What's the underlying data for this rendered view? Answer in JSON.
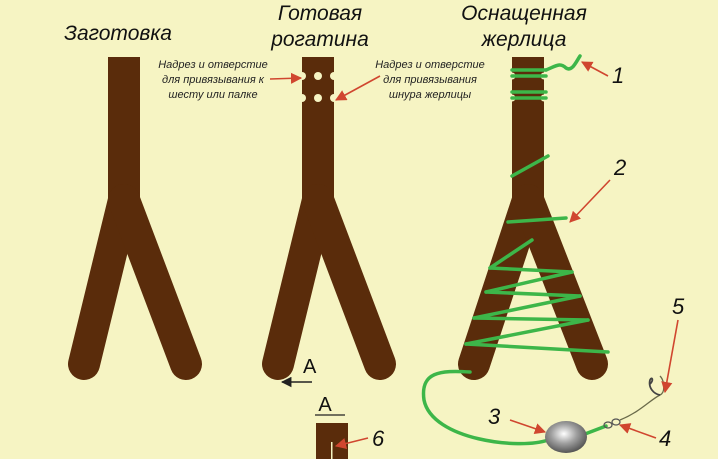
{
  "titles": {
    "blank": "Заготовка",
    "ready_line1": "Готовая",
    "ready_line2": "рогатина",
    "rigged_line1": "Оснащенная",
    "rigged_line2": "жерлица"
  },
  "notes": {
    "left": [
      "Надрез и отверстие",
      "для привязывания к",
      "шесту или палке"
    ],
    "right": [
      "Надрез и отверстие",
      "для привязывания",
      "шнура жерлицы"
    ]
  },
  "section": {
    "view_letter": "A",
    "section_letter": "A"
  },
  "numbers": [
    "1",
    "2",
    "3",
    "4",
    "5",
    "6"
  ],
  "colors": {
    "background": "#f6f4c3",
    "wood": "#5a2c0b",
    "line": "#3db649",
    "arrow": "#d0462f"
  }
}
